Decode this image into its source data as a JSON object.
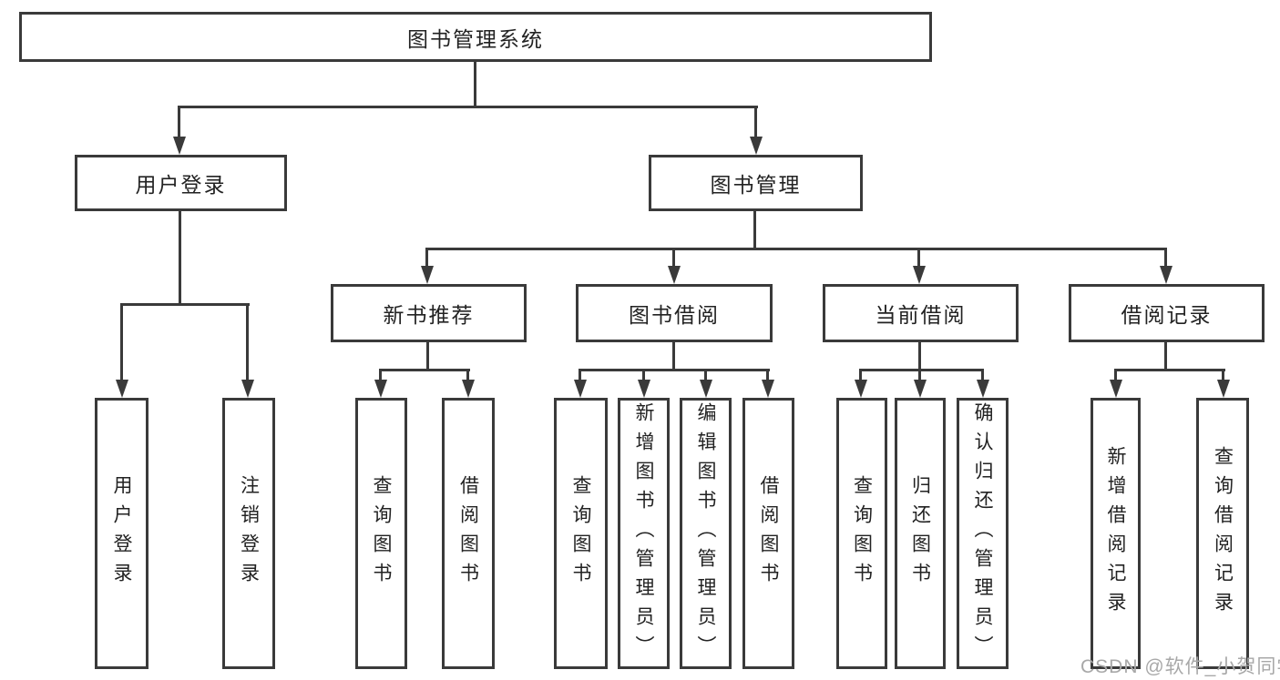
{
  "diagram": {
    "nodes": {
      "root": "图书管理系统",
      "user_login": "用户登录",
      "book_management": "图书管理",
      "new_book_recommend": "新书推荐",
      "book_borrow": "图书借阅",
      "current_borrow": "当前借阅",
      "borrow_records": "借阅记录"
    },
    "leaves": [
      "用户登录",
      "注销登录",
      "查询图书",
      "借阅图书",
      "查询图书",
      "新增图书（管理员）",
      "编辑图书（管理员）",
      "借阅图书",
      "查询图书",
      "归还图书",
      "确认归还（管理员）",
      "新增借阅记录",
      "查询借阅记录"
    ],
    "line_color": "#3a3a3a",
    "watermark": "CSDN @软件_小贺同学"
  }
}
